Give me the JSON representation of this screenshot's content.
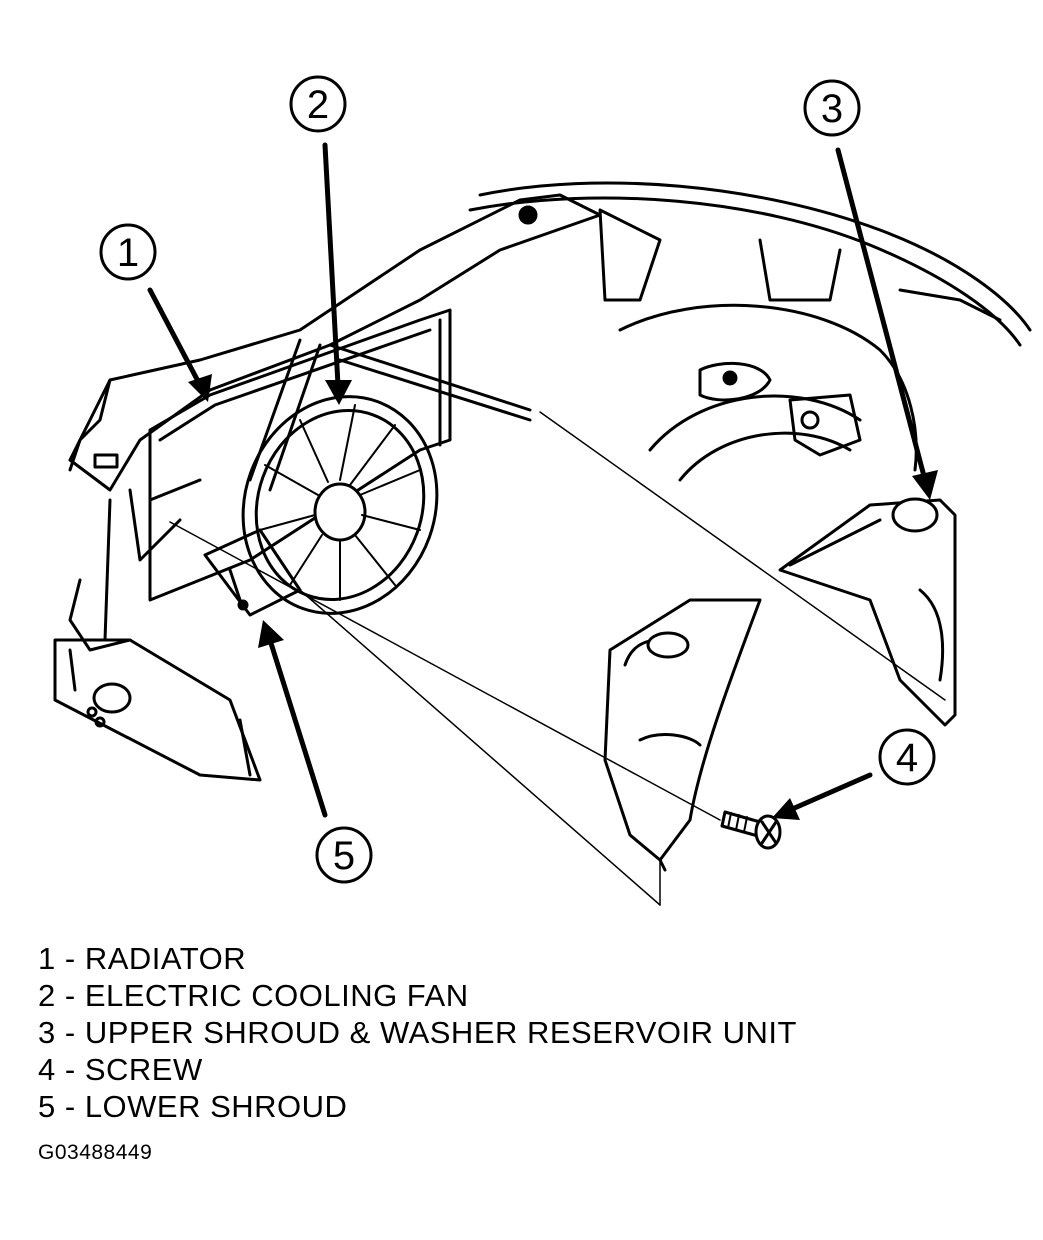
{
  "callouts": [
    "1",
    "2",
    "3",
    "4",
    "5"
  ],
  "legend": [
    {
      "num": "1",
      "label": "RADIATOR"
    },
    {
      "num": "2",
      "label": "ELECTRIC COOLING FAN"
    },
    {
      "num": "3",
      "label": "UPPER SHROUD & WASHER RESERVOIR UNIT"
    },
    {
      "num": "4",
      "label": "SCREW"
    },
    {
      "num": "5",
      "label": "LOWER SHROUD"
    }
  ],
  "figure_id": "G03488449"
}
